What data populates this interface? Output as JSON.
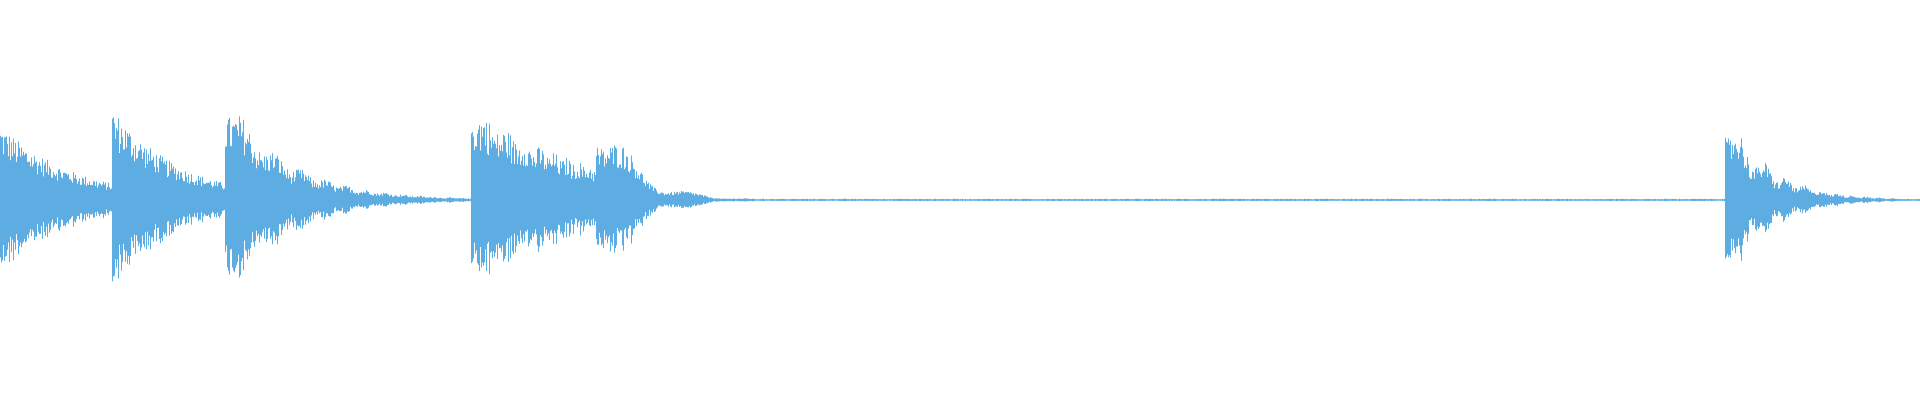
{
  "waveform": {
    "color": "#5dade2",
    "background": "#ffffff",
    "duration": 1.0,
    "baseline_amplitude": 0.006,
    "segments": [
      {
        "start": 0.0,
        "end": 0.058,
        "peak": 0.38,
        "decay": 2.6,
        "ripple": 0.0,
        "ripple_rate": 0
      },
      {
        "start": 0.058,
        "end": 0.117,
        "peak": 0.47,
        "decay": 2.9,
        "ripple": 0.0,
        "ripple_rate": 0
      },
      {
        "start": 0.117,
        "end": 0.245,
        "peak": 0.56,
        "decay": 3.2,
        "ripple": 0.22,
        "ripple_rate": 6
      },
      {
        "start": 0.245,
        "end": 0.31,
        "peak": 0.48,
        "decay": 1.6,
        "ripple": 0.12,
        "ripple_rate": 4
      },
      {
        "start": 0.31,
        "end": 0.898,
        "peak": 0.64,
        "decay": 5.5,
        "ripple": 0.55,
        "ripple_rate": 16
      },
      {
        "start": 0.898,
        "end": 1.0,
        "peak": 0.49,
        "decay": 4.5,
        "ripple": 0.35,
        "ripple_rate": 6
      }
    ]
  }
}
